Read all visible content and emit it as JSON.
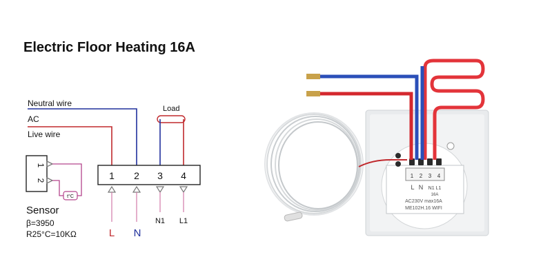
{
  "title": "Electric Floor Heating 16A",
  "wires": {
    "neutral": "Neutral wire",
    "ac": "AC",
    "live": "Live wire"
  },
  "load_label": "Load",
  "terminals": [
    "1",
    "2",
    "3",
    "4"
  ],
  "terminal_inputs": [
    "L",
    "N",
    "N1",
    "L1"
  ],
  "sensor_box": [
    "1",
    "2"
  ],
  "sensor_symbol": "t°C",
  "sensor": {
    "title": "Sensor",
    "beta": "β=3950",
    "resistance": "R25°C=10KΩ"
  },
  "device": {
    "terminal_numbers": [
      "1",
      "2",
      "3",
      "4"
    ],
    "labels": [
      "L",
      "N",
      "N1 L1"
    ],
    "rating": "16A",
    "spec": "AC230V max16A",
    "model": "ME102H.16 WIFI"
  },
  "colors": {
    "neutral": "#1f2f9c",
    "live": "#c0282c",
    "sensor": "#b4448c",
    "terminal_block": "#222222",
    "terminal_input_line": "#d27aa8"
  }
}
